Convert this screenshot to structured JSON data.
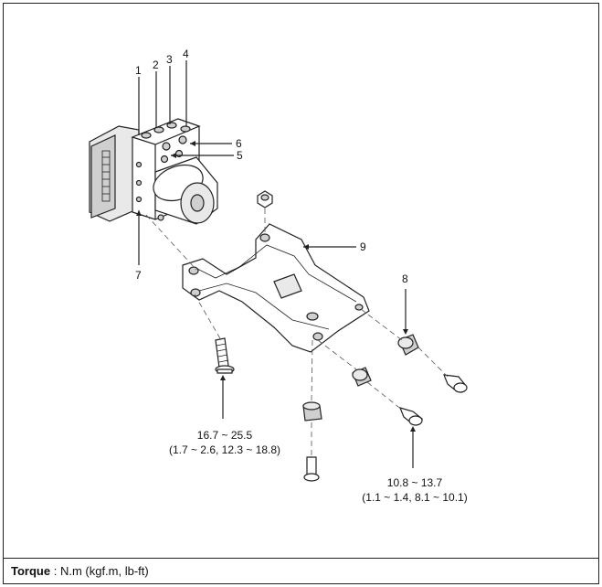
{
  "callouts": {
    "c1": "1",
    "c2": "2",
    "c3": "3",
    "c4": "4",
    "c5": "5",
    "c6": "6",
    "c7": "7",
    "c8": "8",
    "c9": "9"
  },
  "specs": {
    "left_line1": "16.7 ~ 25.5",
    "left_line2": "(1.7 ~ 2.6, 12.3 ~ 18.8)",
    "right_line1": "10.8 ~ 13.7",
    "right_line2": "(1.1 ~ 1.4, 8.1 ~ 10.1)"
  },
  "footer": {
    "torque_label": "Torque",
    "torque_units": ": N.m (kgf.m, lb-ft)"
  }
}
